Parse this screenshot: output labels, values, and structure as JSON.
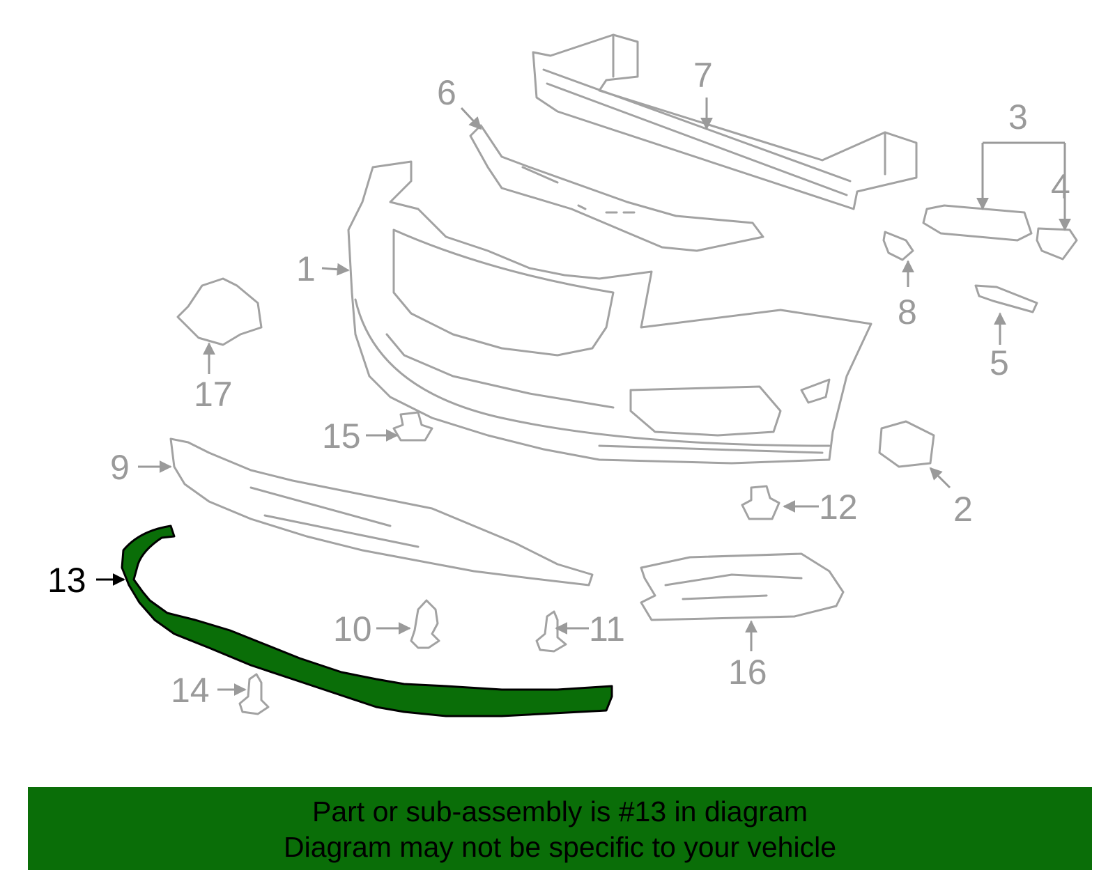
{
  "diagram": {
    "callouts": {
      "c1": "1",
      "c2": "2",
      "c3": "3",
      "c4": "4",
      "c5": "5",
      "c6": "6",
      "c7": "7",
      "c8": "8",
      "c9": "9",
      "c10": "10",
      "c11": "11",
      "c12": "12",
      "c13": "13",
      "c14": "14",
      "c15": "15",
      "c16": "16",
      "c17": "17"
    },
    "highlighted_part": "13",
    "colors": {
      "highlight": "#0a6e08",
      "line": "#a2a2a2",
      "label": "#9a9a9a",
      "active_label": "#000000"
    }
  },
  "banner": {
    "line1": "Part or sub-assembly is #13 in diagram",
    "line2": "Diagram may not be specific to your vehicle",
    "background": "#0a6e08"
  }
}
